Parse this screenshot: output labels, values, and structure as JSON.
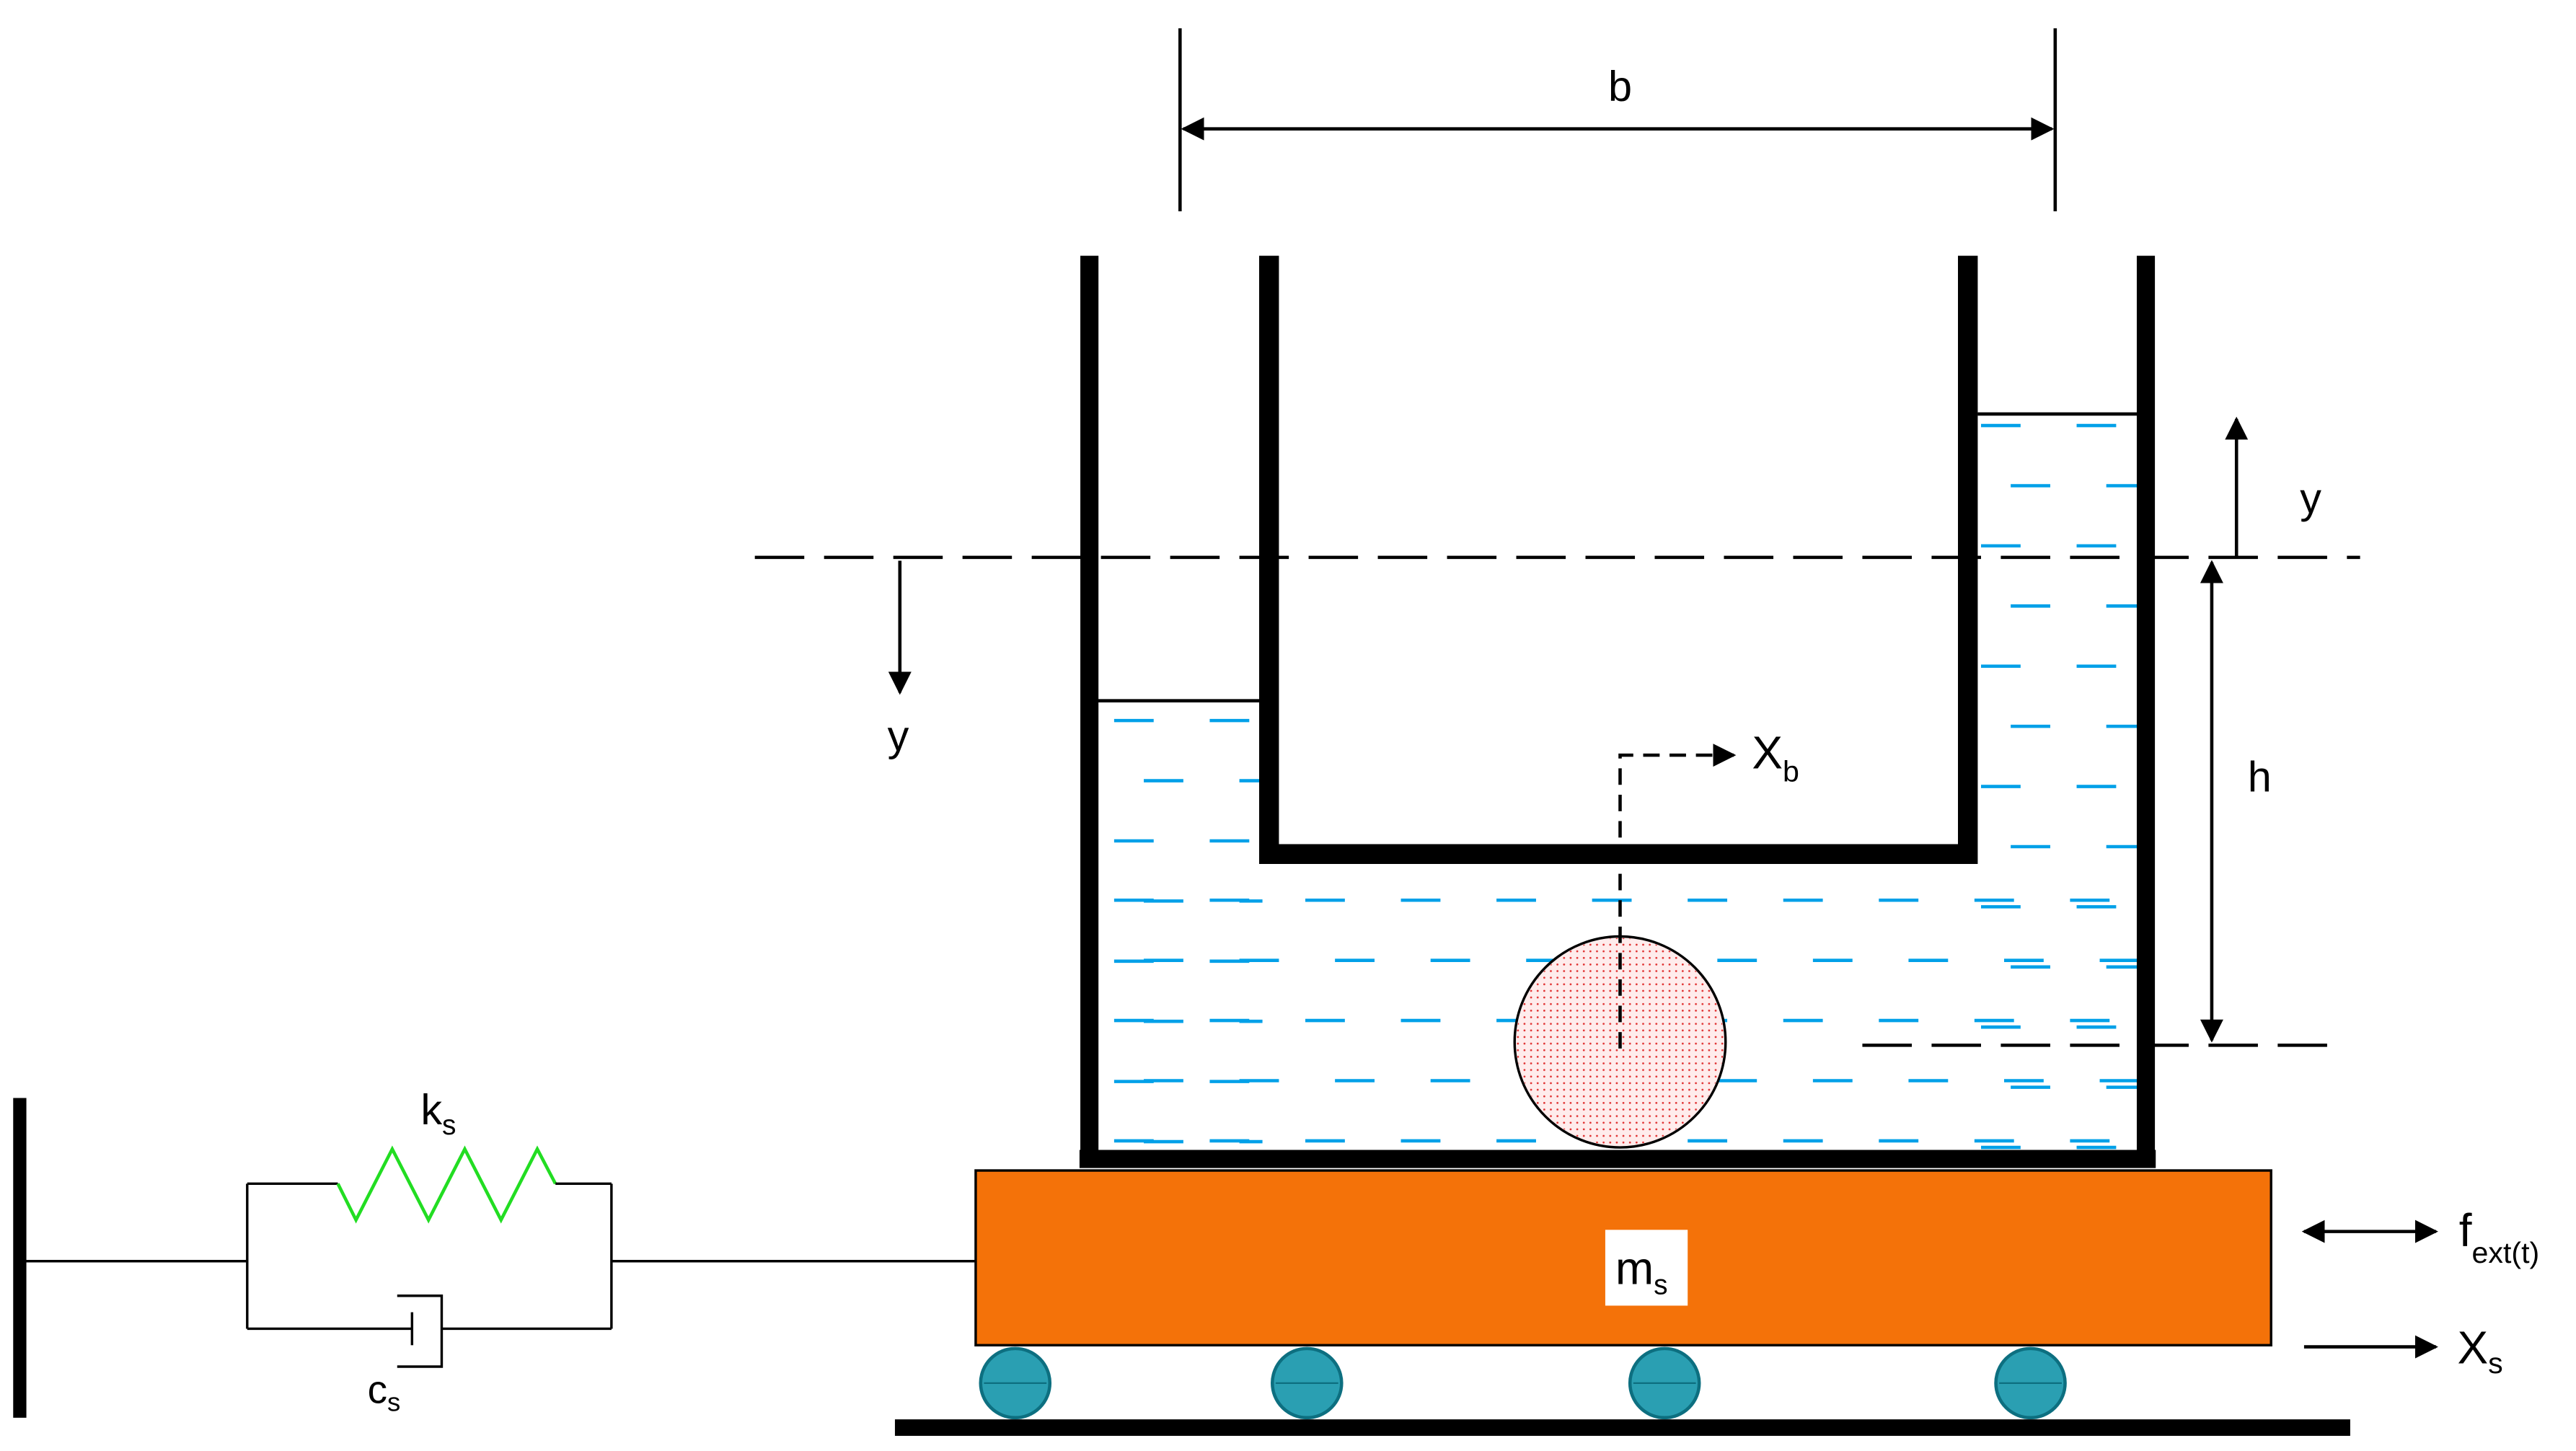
{
  "labels": {
    "width": "b",
    "disp_left": "y",
    "disp_right": "y",
    "height": "h",
    "ball_disp": "X",
    "ball_disp_sub": "b",
    "spring": "k",
    "spring_sub": "s",
    "damper": "c",
    "damper_sub": "s",
    "mass": "m",
    "mass_sub": "s",
    "force": "f",
    "force_sub": "ext(t)",
    "base_disp": "X",
    "base_disp_sub": "s"
  },
  "colors": {
    "line": "#000000",
    "liquid_dash": "#00a0e8",
    "spring": "#22dd22",
    "mass_fill": "#f47209",
    "ball_fill": "#ffecec",
    "ball_dots": "#e03030",
    "roller_fill": "#2a9fb2",
    "roller_stroke": "#0d6f80"
  }
}
